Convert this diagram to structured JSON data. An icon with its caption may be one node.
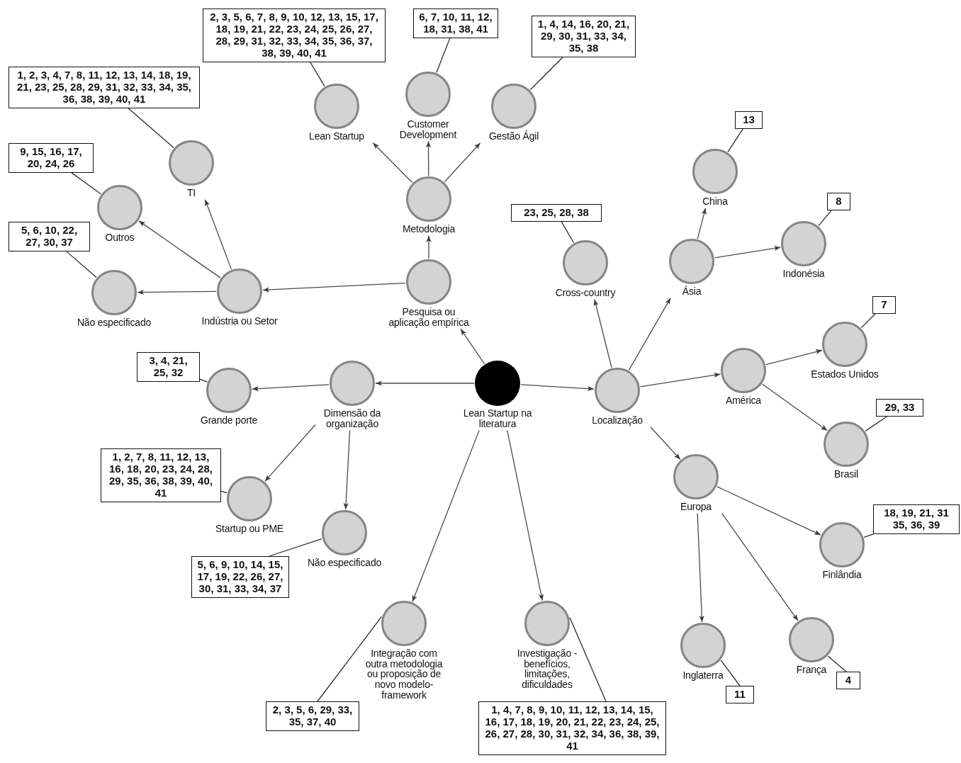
{
  "diagram": {
    "nodes": [
      {
        "text": [
          "Lean Startup na literatura"
        ]
      },
      {
        "text": [
          "Pesquisa ou aplicação empírica"
        ]
      },
      {
        "text": [
          "Metodologia"
        ]
      },
      {
        "text": [
          "Lean Startup"
        ]
      },
      {
        "text": [
          "Customer Development"
        ]
      },
      {
        "text": [
          "Gestão Ágil"
        ]
      },
      {
        "text": [
          "Indústria ou Setor"
        ]
      },
      {
        "text": [
          "TI"
        ]
      },
      {
        "text": [
          "Outros"
        ]
      },
      {
        "text": [
          "Não especificado"
        ]
      },
      {
        "text": [
          "Dimensão da organização"
        ]
      },
      {
        "text": [
          "Grande porte"
        ]
      },
      {
        "text": [
          "Startup ou PME"
        ]
      },
      {
        "text": [
          "Não especificado"
        ]
      },
      {
        "text": [
          "Integração com outra metodologia ou proposição de novo modelo-framework"
        ]
      },
      {
        "text": [
          "Investigação - benefícios, limitações, dificuldades"
        ]
      },
      {
        "text": [
          "Localização"
        ]
      },
      {
        "text": [
          "Cross-country"
        ]
      },
      {
        "text": [
          "Ásia"
        ]
      },
      {
        "text": [
          "China"
        ]
      },
      {
        "text": [
          "Indonésia"
        ]
      },
      {
        "text": [
          "América"
        ]
      },
      {
        "text": [
          "Estados Unidos"
        ]
      },
      {
        "text": [
          "Brasil"
        ]
      },
      {
        "text": [
          "Europa"
        ]
      },
      {
        "text": [
          "Finlândia"
        ]
      },
      {
        "text": [
          "Inglaterra"
        ]
      },
      {
        "text": [
          "França"
        ]
      },
      {
        "text": [
          "1, 2, 3, 4, 7, 8, 11, 12, 13, 14, 18, 19, 21, 23, 25, 28, 29, 31, 32, 33, 34, 35, 36, 38, 39, 40, 41"
        ]
      },
      {
        "text": [
          "2, 3, 5, 6, 7, 8, 9, 10, 12, 13, 15, 17, 18, 19, 21, 22, 23, 24, 25, 26, 27, 28, 29, 31, 32, 33, 34, 35, 36, 37, 38, 39, 40, 41"
        ]
      },
      {
        "text": [
          "6, 7, 10, 11, 12, 18, 31, 38, 41"
        ]
      },
      {
        "text": [
          "1, 4, 14, 16, 20, 21, 29, 30, 31, 33, 34, 35, 38"
        ]
      },
      {
        "text": [
          "9, 15, 16, 17, 20, 24, 26"
        ]
      },
      {
        "text": [
          "5, 6, 10, 22, 27, 30, 37"
        ]
      },
      {
        "text": [
          "3, 4, 21, 25, 32"
        ]
      },
      {
        "text": [
          "1, 2, 7, 8, 11, 12, 13, 16, 18, 20, 23, 24, 28, 29, 35, 36, 38, 39, 40, 41"
        ]
      },
      {
        "text": [
          "5, 6, 9, 10, 14, 15, 17, 19, 22, 26, 27, 30, 31, 33, 34, 37"
        ]
      },
      {
        "text": [
          "2, 3, 5, 6, 29, 33, 35, 37, 40"
        ]
      },
      {
        "text": [
          "1, 4, 7, 8, 9, 10, 11, 12, 13, 14, 15, 16, 17, 18, 19, 20, 21, 22, 23, 24, 25, 26, 27, 28, 30, 31, 32, 34, 36, 38, 39, 41"
        ]
      },
      {
        "text": [
          "23, 25, 28, 38"
        ]
      },
      {
        "text": [
          "13"
        ]
      },
      {
        "text": [
          "8"
        ]
      },
      {
        "text": [
          "7"
        ]
      },
      {
        "text": [
          "29, 33"
        ]
      },
      {
        "text": [
          "18, 19, 21, 31 35, 36, 39"
        ]
      },
      {
        "text": [
          "11"
        ]
      },
      {
        "text": [
          "4"
        ]
      }
    ],
    "edges": [
      {
        "from": 0,
        "to": 1,
        "arrow": "to"
      },
      {
        "from": 1,
        "to": 2,
        "arrow": "to"
      },
      {
        "from": 2,
        "to": 3,
        "arrow": "to"
      },
      {
        "from": 2,
        "to": 4,
        "arrow": "to"
      },
      {
        "from": 2,
        "to": 5,
        "arrow": "to"
      },
      {
        "from": 1,
        "to": 6,
        "arrow": "to"
      },
      {
        "from": 6,
        "to": 7,
        "arrow": "to"
      },
      {
        "from": 6,
        "to": 8,
        "arrow": "to"
      },
      {
        "from": 6,
        "to": 9,
        "arrow": "to"
      },
      {
        "from": 0,
        "to": 10,
        "arrow": "to"
      },
      {
        "from": 10,
        "to": 11,
        "arrow": "to"
      },
      {
        "from": 10,
        "to": 12,
        "arrow": "to"
      },
      {
        "from": 10,
        "to": 13,
        "arrow": "to"
      },
      {
        "from": 0,
        "to": 14,
        "arrow": "to"
      },
      {
        "from": 0,
        "to": 15,
        "arrow": "to"
      },
      {
        "from": 0,
        "to": 16,
        "arrow": "to"
      },
      {
        "from": 16,
        "to": 17,
        "arrow": "to"
      },
      {
        "from": 16,
        "to": 18,
        "arrow": "to"
      },
      {
        "from": 18,
        "to": 19,
        "arrow": "to"
      },
      {
        "from": 18,
        "to": 20,
        "arrow": "to"
      },
      {
        "from": 16,
        "to": 21,
        "arrow": "to"
      },
      {
        "from": 21,
        "to": 22,
        "arrow": "to"
      },
      {
        "from": 21,
        "to": 23,
        "arrow": "to"
      },
      {
        "from": 16,
        "to": 24,
        "arrow": "to"
      },
      {
        "from": 24,
        "to": 25,
        "arrow": "to"
      },
      {
        "from": 24,
        "to": 26,
        "arrow": "to"
      },
      {
        "from": 24,
        "to": 27,
        "arrow": "to"
      },
      {
        "from": 28,
        "to": 7,
        "arrow": "none"
      },
      {
        "from": 29,
        "to": 3,
        "arrow": "none"
      },
      {
        "from": 30,
        "to": 4,
        "arrow": "none"
      },
      {
        "from": 31,
        "to": 5,
        "arrow": "none"
      },
      {
        "from": 32,
        "to": 8,
        "arrow": "none"
      },
      {
        "from": 33,
        "to": 9,
        "arrow": "none"
      },
      {
        "from": 34,
        "to": 11,
        "arrow": "none"
      },
      {
        "from": 35,
        "to": 12,
        "arrow": "none"
      },
      {
        "from": 36,
        "to": 13,
        "arrow": "none"
      },
      {
        "from": 37,
        "to": 14,
        "arrow": "none"
      },
      {
        "from": 38,
        "to": 15,
        "arrow": "none"
      },
      {
        "from": 39,
        "to": 17,
        "arrow": "none"
      },
      {
        "from": 40,
        "to": 19,
        "arrow": "none"
      },
      {
        "from": 41,
        "to": 20,
        "arrow": "none"
      },
      {
        "from": 42,
        "to": 22,
        "arrow": "none"
      },
      {
        "from": 43,
        "to": 23,
        "arrow": "none"
      },
      {
        "from": 44,
        "to": 25,
        "arrow": "none"
      },
      {
        "from": 45,
        "to": 26,
        "arrow": "none"
      },
      {
        "from": 46,
        "to": 27,
        "arrow": "none"
      }
    ]
  }
}
